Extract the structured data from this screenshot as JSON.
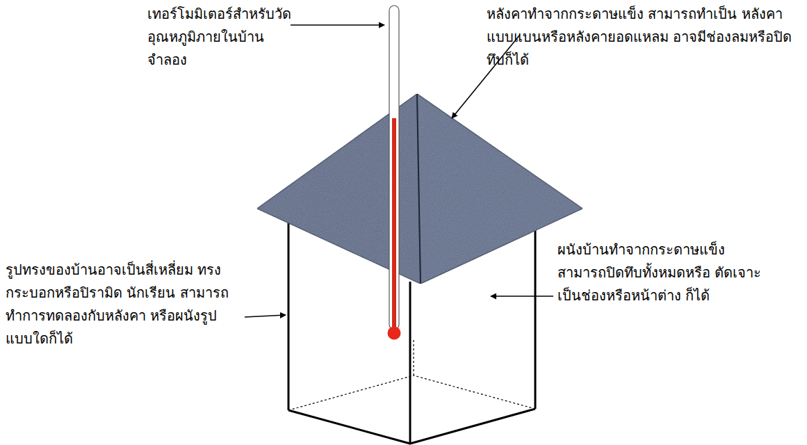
{
  "diagram": {
    "labels": [
      "เทอร์โมมิเตอร์สำหรับวัด อุณหภูมิภายในบ้านจำลอง",
      "หลังคาทำจากกระดาษแข็ง สามารถทำเป็น หลังคาแบบแบนหรือหลังคายอดแหลม อาจมีช่องลมหรือปิดทึบก็ได้",
      "รูปทรงของบ้านอาจเป็นสี่เหลี่ยม ทรงกระบอกหรือปิรามิด นักเรียน สามารถทำการทดลองกับหลังคา หรือผนังรูปแบบใดก็ได้",
      "ผนังบ้านทำจากกระดาษแข็ง สามารถปิดทึบทั้งหมดหรือ ตัดเจาะเป็นช่องหรือหน้าต่าง ก็ได้"
    ]
  }
}
